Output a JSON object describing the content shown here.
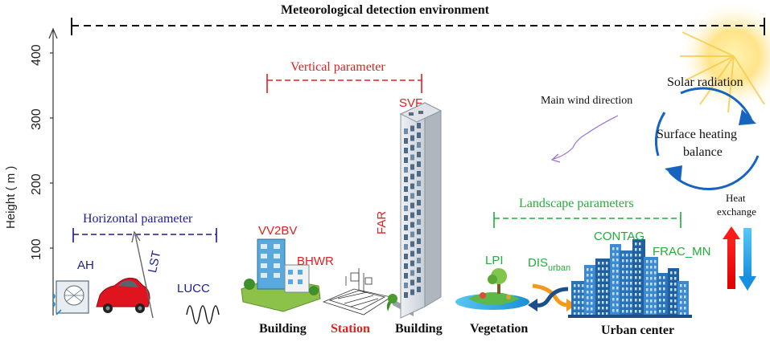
{
  "title": "Meteorological detection environment",
  "axis": {
    "label": "Height ( m )",
    "ticks": [
      "400",
      "300",
      "200",
      "100"
    ]
  },
  "groups": {
    "horizontal": "Horizontal parameter",
    "vertical": "Vertical parameter",
    "landscape": "Landscape parameters"
  },
  "params": {
    "ah": "AH",
    "lst": "LST",
    "lucc": "LUCC",
    "vv2bv": "VV2BV",
    "bhwr": "BHWR",
    "far": "FAR",
    "svf": "SVF",
    "lpi": "LPI",
    "dis_main": "DIS",
    "dis_sub": "urban",
    "contag": "CONTAG",
    "frac_mn": "FRAC_MN"
  },
  "bottom_labels": {
    "building_1": "Building",
    "station": "Station",
    "building_2": "Building",
    "vegetation": "Vegetation",
    "urban_center": "Urban center"
  },
  "annotations": {
    "wind": "Main wind direction",
    "solar": "Solar radiation",
    "heating_line1": "Surface heating",
    "heating_line2": "balance",
    "heat_line1": "Heat",
    "heat_line2": "exchange"
  },
  "colors": {
    "navy": "#1c1c8c",
    "red": "#e02020",
    "green": "#1faf3a",
    "blue": "#1565c0",
    "wind": "#9a6fd0"
  }
}
